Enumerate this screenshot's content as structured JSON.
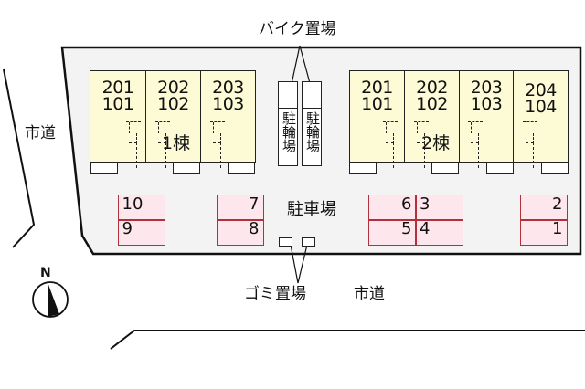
{
  "map": {
    "type": "site-layout",
    "roads": [
      {
        "id": "road-west",
        "label": "市道"
      },
      {
        "id": "road-south",
        "label": "市道"
      }
    ],
    "compass": {
      "label": "N"
    },
    "buildings": [
      {
        "label": "1棟",
        "units": [
          {
            "upper": "201",
            "lower": "101"
          },
          {
            "upper": "202",
            "lower": "102"
          },
          {
            "upper": "203",
            "lower": "103"
          }
        ]
      },
      {
        "label": "2棟",
        "units": [
          {
            "upper": "201",
            "lower": "101"
          },
          {
            "upper": "202",
            "lower": "102"
          },
          {
            "upper": "203",
            "lower": "103"
          },
          {
            "upper": "204",
            "lower": "104"
          }
        ]
      }
    ],
    "bike_parking": {
      "callout": "バイク置場",
      "stalls": [
        {
          "label": "駐輪場"
        },
        {
          "label": "駐輪場"
        }
      ]
    },
    "parking": {
      "label": "駐車場",
      "spaces": [
        "10",
        "9",
        "7",
        "8",
        "6",
        "5",
        "3",
        "4",
        "2",
        "1"
      ]
    },
    "trash": {
      "callout": "ゴミ置場"
    },
    "colors": {
      "lot": "#f3f3f3",
      "building": "#fdfbd6",
      "parking_fill": "#fde6ec",
      "parking_border": "#b0303b",
      "lines": "#111111"
    }
  }
}
